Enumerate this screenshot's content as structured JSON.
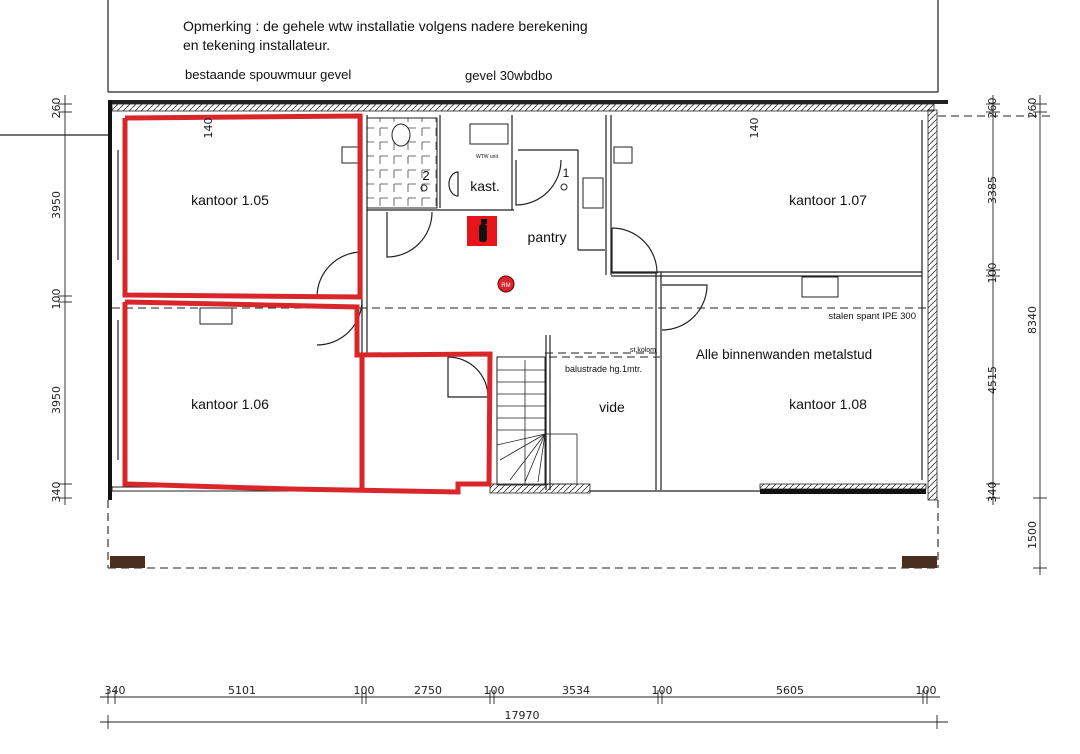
{
  "notes": {
    "remark_line1": "Opmerking : de gehele wtw installatie volgens nadere berekening",
    "remark_line2": "en tekening installateur.",
    "facade_left": "bestaande spouwmuur gevel",
    "facade_right": "gevel 30wbdbo",
    "steel_beam": "stalen spant IPE 300",
    "inner_walls": "Alle binnenwanden metalstud",
    "column": "st.kolom",
    "balustrade": "balustrade hg.1mtr."
  },
  "rooms": {
    "k105": "kantoor 1.05",
    "k106": "kantoor 1.06",
    "k107": "kantoor 1.07",
    "k108": "kantoor 1.08",
    "pantry": "pantry",
    "kast": "kast.",
    "vide": "vide",
    "wtw": "WTW unit",
    "toilet_no": "2",
    "pantry_no": "1",
    "rm": "RM"
  },
  "dims": {
    "left": [
      "260",
      "3950",
      "100",
      "3950",
      "340"
    ],
    "top_inner": [
      "140",
      "140"
    ],
    "right": [
      "260",
      "3385",
      "100",
      "4515",
      "340"
    ],
    "far_right": [
      "260",
      "8340",
      "1500"
    ],
    "bottom": [
      "340",
      "5101",
      "100",
      "2750",
      "100",
      "3534",
      "100",
      "5605",
      "100"
    ],
    "total": "17970"
  },
  "colors": {
    "highlight": "#d9262b",
    "extinguisher": "#e8141b",
    "foundation": "#4a2e1f"
  }
}
